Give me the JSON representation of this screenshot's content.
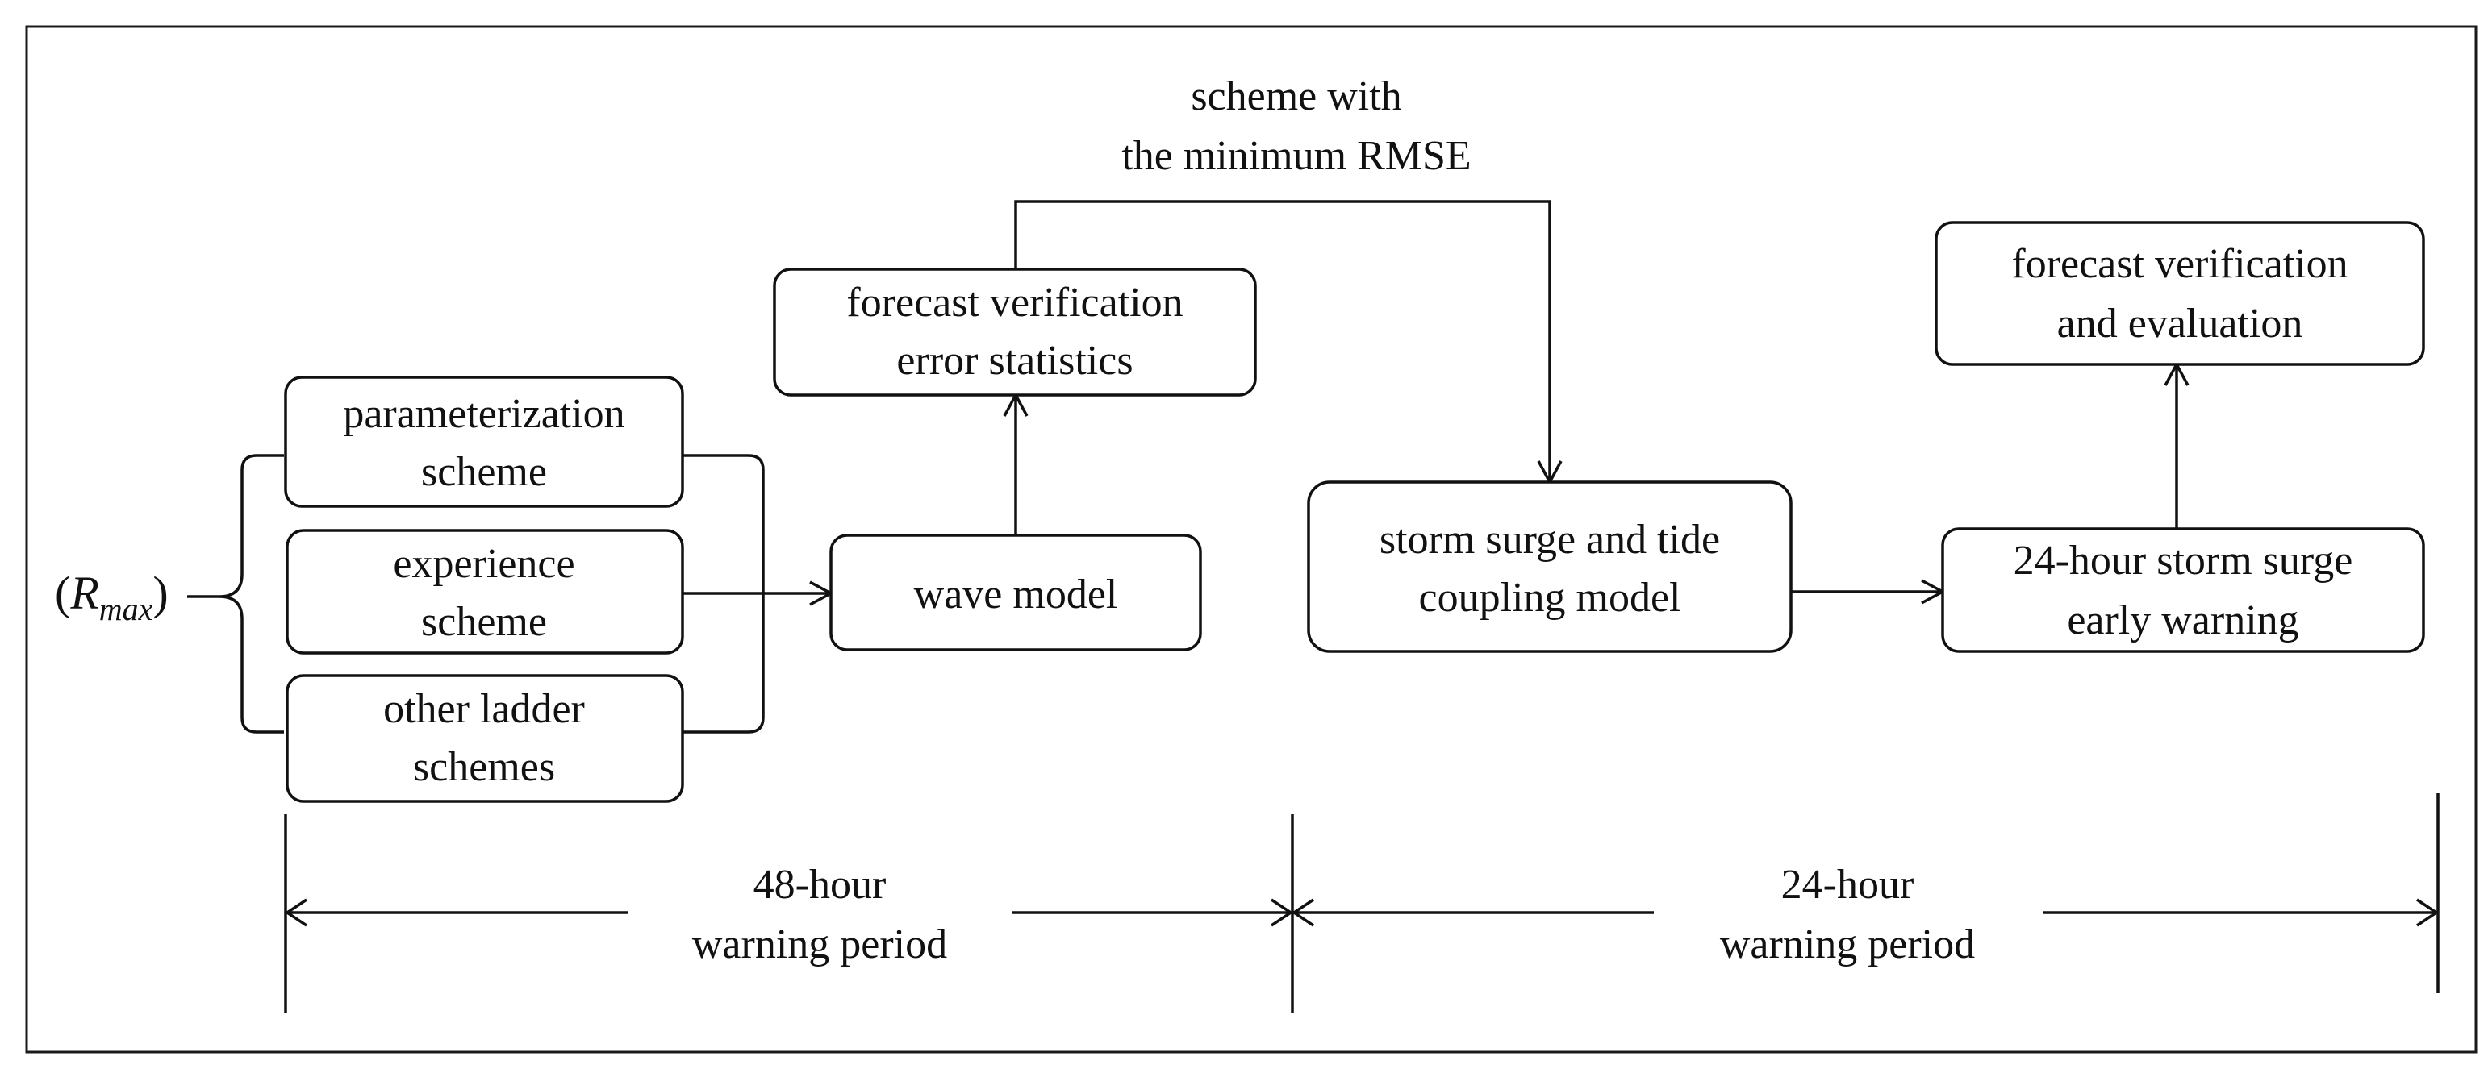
{
  "input": {
    "open_paren": "(",
    "symbol": "R",
    "subscript": "max",
    "close_paren": ")"
  },
  "schemes": [
    {
      "line1": "parameterization",
      "line2": "scheme"
    },
    {
      "line1": "experience",
      "line2": "scheme"
    },
    {
      "line1": "other ladder",
      "line2": "schemes"
    }
  ],
  "wave_model": {
    "label": "wave model"
  },
  "verification_error": {
    "line1": "forecast verification",
    "line2": "error statistics"
  },
  "min_rmse_label": {
    "line1": "scheme with",
    "line2": "the minimum RMSE"
  },
  "coupling_model": {
    "line1": "storm surge and tide",
    "line2": "coupling model"
  },
  "early_warning": {
    "line1": "24-hour storm surge",
    "line2": "early warning"
  },
  "evaluation": {
    "line1": "forecast verification",
    "line2": "and evaluation"
  },
  "periods": [
    {
      "line1": "48-hour",
      "line2": "warning period"
    },
    {
      "line1": "24-hour",
      "line2": "warning period"
    }
  ]
}
